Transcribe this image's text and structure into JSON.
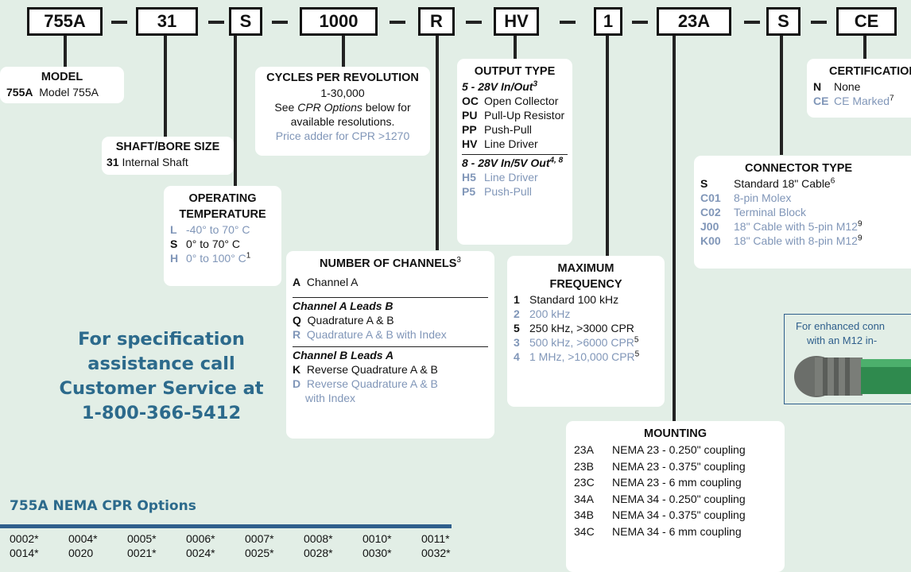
{
  "codes": [
    "755A",
    "31",
    "S",
    "1000",
    "R",
    "HV",
    "1",
    "23A",
    "S",
    "CE"
  ],
  "model": {
    "heading": "MODEL",
    "rows": [
      {
        "code": "755A",
        "text": "Model 755A"
      }
    ]
  },
  "shaft": {
    "heading": "SHAFT/BORE SIZE",
    "rows": [
      {
        "code": "31",
        "text": "Internal Shaft"
      }
    ]
  },
  "temperature": {
    "heading1": "OPERATING",
    "heading2": "TEMPERATURE",
    "rows": [
      {
        "code": "L",
        "text": "-40° to 70° C",
        "sup": ""
      },
      {
        "code": "S",
        "text": "0° to 70° C",
        "sup": ""
      },
      {
        "code": "H",
        "text": "0° to 100° C",
        "sup": "1"
      }
    ]
  },
  "cpr": {
    "heading": "CYCLES PER REVOLUTION",
    "range": "1-30,000",
    "see": "See ",
    "see_italic": "CPR Options",
    "see_rest": " below for",
    "avail": "available resolutions.",
    "price": "Price adder for CPR >1270"
  },
  "channels": {
    "heading": "NUMBER OF CHANNELS",
    "heading_sup": "3",
    "row_a": {
      "code": "A",
      "text": "Channel A"
    },
    "leads_ab": "Channel A Leads B",
    "row_q": {
      "code": "Q",
      "text": "Quadrature A & B"
    },
    "row_r": {
      "code": "R",
      "text": "Quadrature A & B with Index"
    },
    "leads_ba": "Channel B Leads A",
    "row_k": {
      "code": "K",
      "text": "Reverse Quadrature A & B"
    },
    "row_d": {
      "code": "D",
      "text": "Reverse Quadrature A & B",
      "text2": "with Index"
    }
  },
  "output": {
    "heading": "OUTPUT TYPE",
    "sub1": "5 - 28V In/Out",
    "sub1_sup": "3",
    "rows1": [
      {
        "code": "OC",
        "text": "Open Collector"
      },
      {
        "code": "PU",
        "text": "Pull-Up Resistor"
      },
      {
        "code": "PP",
        "text": "Push-Pull"
      },
      {
        "code": "HV",
        "text": "Line Driver"
      }
    ],
    "sub2": "8 - 28V In/5V Out",
    "sub2_sup": "4, 8",
    "rows2": [
      {
        "code": "H5",
        "text": "Line Driver"
      },
      {
        "code": "P5",
        "text": "Push-Pull"
      }
    ]
  },
  "frequency": {
    "heading1": "MAXIMUM",
    "heading2": "FREQUENCY",
    "rows": [
      {
        "code": "1",
        "text": "Standard 100 kHz",
        "sup": ""
      },
      {
        "code": "2",
        "text": "200 kHz",
        "sup": ""
      },
      {
        "code": "5",
        "text": "250 kHz, >3000 CPR",
        "sup": ""
      },
      {
        "code": "3",
        "text": "500 kHz, >6000 CPR",
        "sup": "5"
      },
      {
        "code": "4",
        "text": "1 MHz, >10,000 CPR",
        "sup": "5"
      }
    ]
  },
  "mounting": {
    "heading": "MOUNTING",
    "rows": [
      {
        "code": "23A",
        "text": "NEMA  23 - 0.250\" coupling"
      },
      {
        "code": "23B",
        "text": "NEMA 23 - 0.375\" coupling"
      },
      {
        "code": "23C",
        "text": "NEMA 23 - 6 mm coupling"
      },
      {
        "code": "34A",
        "text": "NEMA  34 - 0.250\" coupling"
      },
      {
        "code": "34B",
        "text": "NEMA 34 - 0.375\" coupling"
      },
      {
        "code": "34C",
        "text": "NEMA 34 - 6 mm coupling"
      }
    ]
  },
  "connector": {
    "heading": "CONNECTOR TYPE",
    "rows": [
      {
        "code": "S",
        "text": "Standard 18\" Cable",
        "sup": "6"
      },
      {
        "code": "C01",
        "text": "8-pin Molex",
        "sup": ""
      },
      {
        "code": "C02",
        "text": "Terminal Block",
        "sup": ""
      },
      {
        "code": "J00",
        "text": "18\" Cable with 5-pin M12",
        "sup": "9"
      },
      {
        "code": "K00",
        "text": "18\" Cable with 8-pin M12",
        "sup": "9"
      }
    ]
  },
  "certification": {
    "heading": "CERTIFICATION",
    "rows": [
      {
        "code": "N",
        "text": "None",
        "sup": ""
      },
      {
        "code": "CE",
        "text": "CE Marked",
        "sup": "7"
      }
    ]
  },
  "promo": {
    "line1": "For enhanced conn",
    "line2": "with an M12 in-"
  },
  "call": {
    "line1": "For specification",
    "line2": "assistance call",
    "line3": "Customer Service at",
    "line4": "1-800-366-5412"
  },
  "cpr_options": {
    "title": "755A NEMA CPR Options",
    "row1": [
      "0002*",
      "0004*",
      "0005*",
      "0006*",
      "0007*",
      "0008*",
      "0010*",
      "0011*"
    ],
    "row2": [
      "0014*",
      "0020",
      "0021*",
      "0024*",
      "0025*",
      "0028*",
      "0030*",
      "0032*"
    ]
  },
  "colors": {
    "background": "#e2eee6",
    "accent": "#2c6a8c",
    "option_gray": "#8096b8"
  }
}
